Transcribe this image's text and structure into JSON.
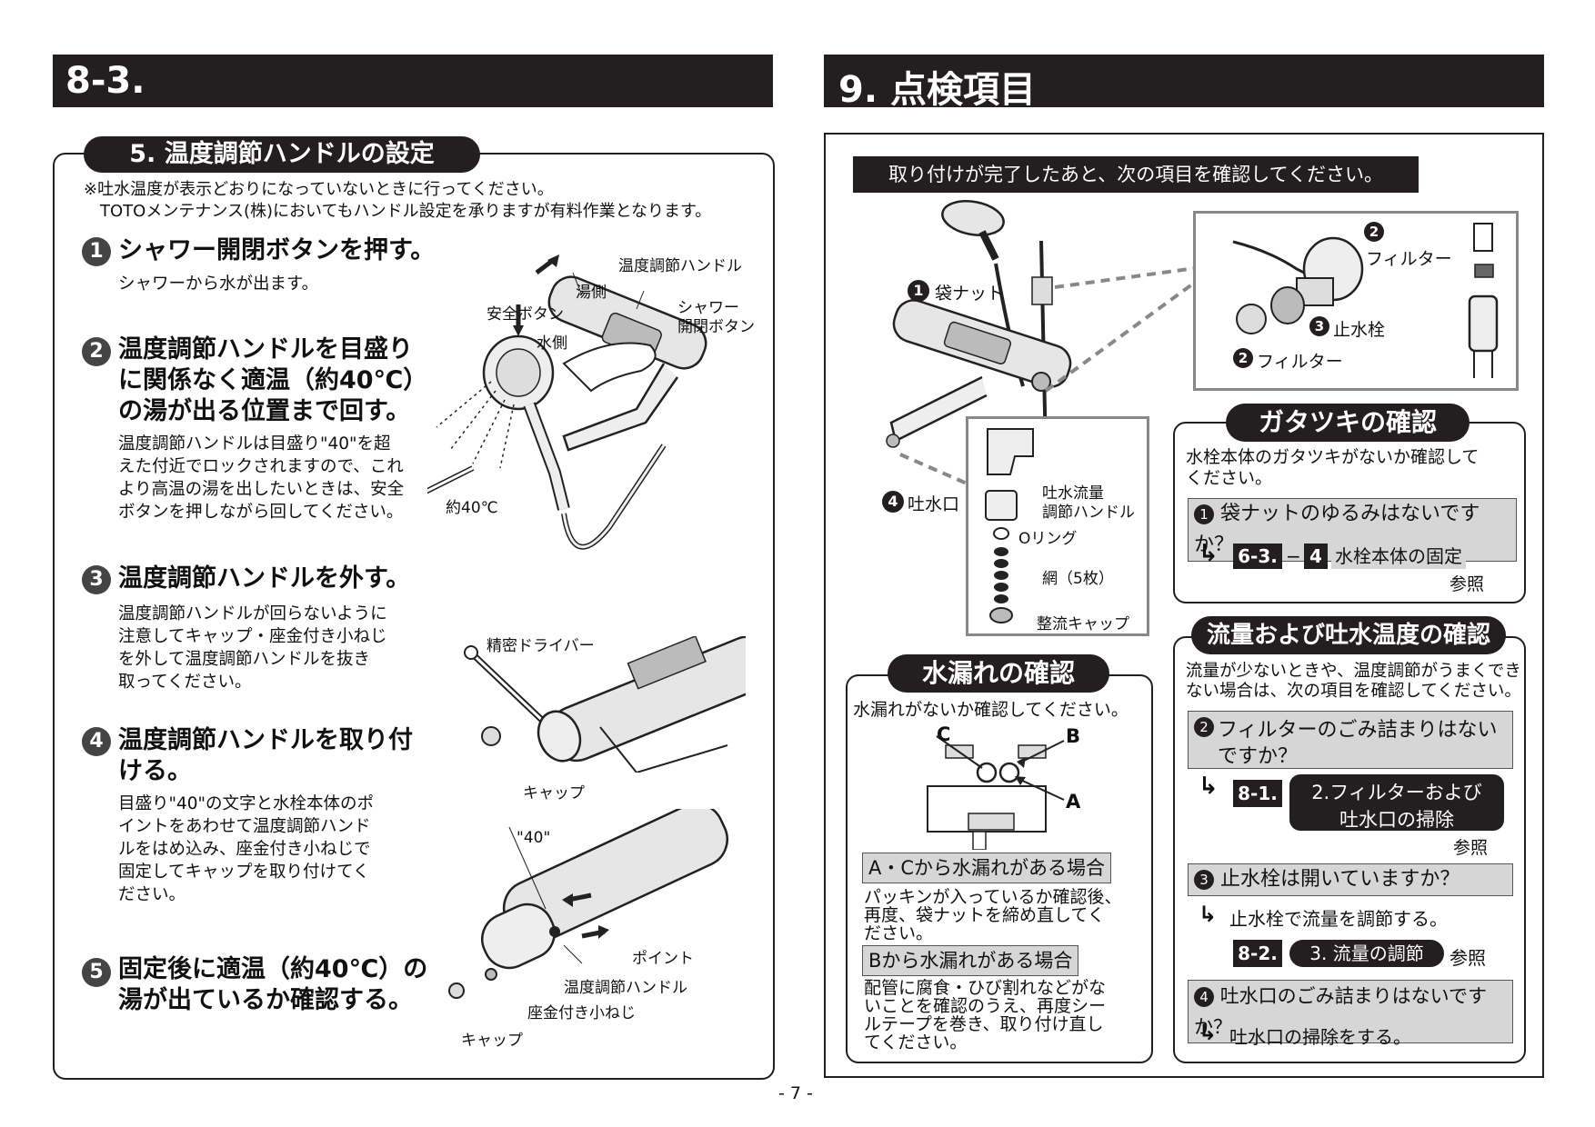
{
  "left": {
    "header": "8-3.",
    "section_title": "5. 温度調節ハンドルの設定",
    "note_line1": "※吐水温度が表示どおりになっていないときに行ってください。",
    "note_line2": "TOTOメンテナンス(株)においてもハンドル設定を承りますが有料作業となります。",
    "steps": [
      {
        "num": "1",
        "title": "シャワー開閉ボタンを押す。",
        "body": "シャワーから水が出ます。"
      },
      {
        "num": "2",
        "title_l1": "温度調節ハンドルを目盛り",
        "title_l2": "に関係なく適温（約40℃）",
        "title_l3": "の湯が出る位置まで回す。",
        "body_l1": "温度調節ハンドルは目盛り\"40\"を超",
        "body_l2": "えた付近でロックされますので、これ",
        "body_l3": "より高温の湯を出したいときは、安全",
        "body_l4": "ボタンを押しながら回してください。"
      },
      {
        "num": "3",
        "title": "温度調節ハンドルを外す。",
        "body_l1": "温度調節ハンドルが回らないように",
        "body_l2": "注意してキャップ・座金付き小ねじ",
        "body_l3": "を外して温度調節ハンドルを抜き",
        "body_l4": "取ってください。"
      },
      {
        "num": "4",
        "title_l1": "温度調節ハンドルを取り付",
        "title_l2": "ける。",
        "body_l1": "目盛り\"40\"の文字と水栓本体のポ",
        "body_l2": "イントをあわせて温度調節ハンド",
        "body_l3": "ルをはめ込み、座金付き小ねじで",
        "body_l4": "固定してキャップを取り付けてく",
        "body_l5": "ださい。"
      },
      {
        "num": "5",
        "title_l1": "固定後に適温（約40℃）の",
        "title_l2": "湯が出ているか確認する。"
      }
    ],
    "labels": {
      "temp_handle": "温度調節ハンドル",
      "hot_side": "湯側",
      "safety_button": "安全ボタン",
      "shower_btn_l1": "シャワー",
      "shower_btn_l2": "開閉ボタン",
      "cold_side": "水側",
      "about40": "約40℃",
      "driver": "精密ドライバー",
      "cap": "キャップ",
      "forty": "\"40\"",
      "point": "ポイント",
      "temp_handle2": "温度調節ハンドル",
      "screw": "座金付き小ねじ",
      "cap2": "キャップ"
    }
  },
  "right": {
    "header": "9. 点検項目",
    "intro": "取り付けが完了したあと、次の項目を確認してください。",
    "diagram": {
      "bag_nut": "袋ナット",
      "filter_top": "フィルター",
      "stop_valve": "止水栓",
      "filter_bottom": "フィルター",
      "outlet": "吐水口",
      "flow_handle_l1": "吐水流量",
      "flow_handle_l2": "調節ハンドル",
      "oring": "Oリング",
      "mesh": "網（5枚）",
      "cap": "整流キャップ",
      "n1": "1",
      "n2": "2",
      "n3": "3",
      "n4": "4"
    },
    "leak": {
      "title": "水漏れの確認",
      "intro": "水漏れがないか確認してください。",
      "label_a": "A",
      "label_b": "B",
      "label_c": "C",
      "ac_title": "A・Cから水漏れがある場合",
      "ac_l1": "パッキンが入っているか確認後、",
      "ac_l2": "再度、袋ナットを締め直してく",
      "ac_l3": "ださい。",
      "b_title": "Bから水漏れがある場合",
      "b_l1": "配管に腐食・ひび割れなどがな",
      "b_l2": "いことを確認のうえ、再度シー",
      "b_l3": "ルテープを巻き、取り付け直し",
      "b_l4": "てください。"
    },
    "rattle": {
      "title": "ガタツキの確認",
      "intro_l1": "水栓本体のガタツキがないか確認して",
      "intro_l2": "ください。",
      "q1": "袋ナットのゆるみはないですか？",
      "ref_sec": "6-3.",
      "ref_num": "4",
      "ref_text": "水栓本体の固定",
      "ref_label": "参照"
    },
    "flow": {
      "title": "流量および吐水温度の確認",
      "intro_l1": "流量が少ないときや、温度調節がうまくでき",
      "intro_l2": "ない場合は、次の項目を確認してください。",
      "q2_l1": "フィルターのごみ詰まりはない",
      "q2_l2": "ですか？",
      "ref1_sec": "8-1.",
      "ref1_l1": "2.フィルターおよび",
      "ref1_l2": "吐水口の掃除",
      "ref1_label": "参照",
      "q3": "止水栓は開いていますか？",
      "a3": "止水栓で流量を調節する。",
      "ref2_sec": "8-2.",
      "ref2_text": "3. 流量の調節",
      "ref2_label": "参照",
      "q4": "吐水口のごみ詰まりはないですか？",
      "a4": "吐水口の掃除をする。"
    }
  },
  "page_number": "- 7 -"
}
